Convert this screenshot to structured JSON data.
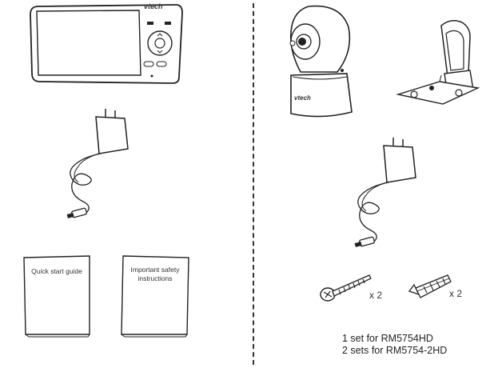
{
  "monitor": {
    "brand": "vtech"
  },
  "camera": {
    "brand": "vtech"
  },
  "booklets": {
    "quick_start": "Quick start  guide",
    "safety_line1": "Important safety",
    "safety_line2": "instructions"
  },
  "screws": {
    "quantity": "x 2"
  },
  "anchors": {
    "quantity": "x 2"
  },
  "sets_note": {
    "line1": "1 set for RM5754HD",
    "line2": "2 sets for RM5754-2HD"
  },
  "colors": {
    "line": "#222222",
    "background": "#ffffff"
  }
}
